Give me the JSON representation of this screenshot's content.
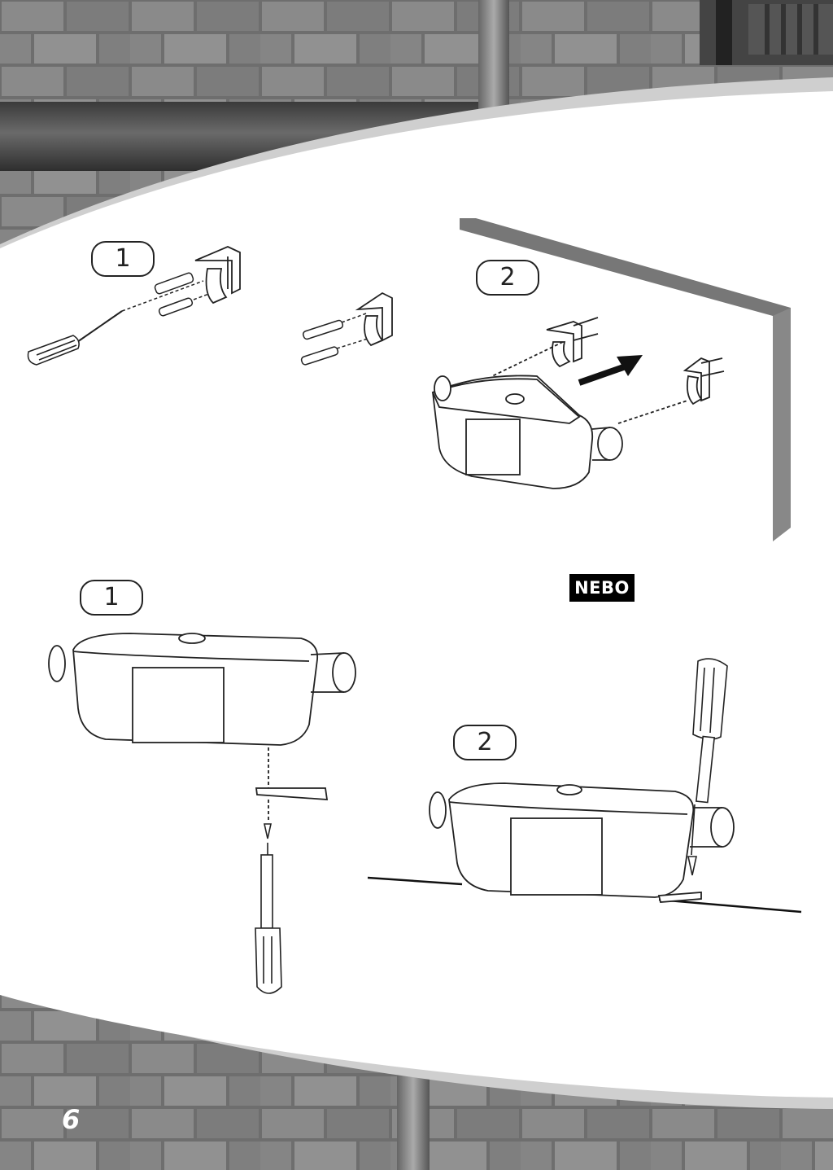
{
  "top_section": {
    "step1_label": "1",
    "step2_label": "2"
  },
  "bottom_section": {
    "step1_label": "1",
    "step2_label": "2",
    "alternative_label": "NEBO"
  },
  "footer": {
    "page_number": "6"
  }
}
